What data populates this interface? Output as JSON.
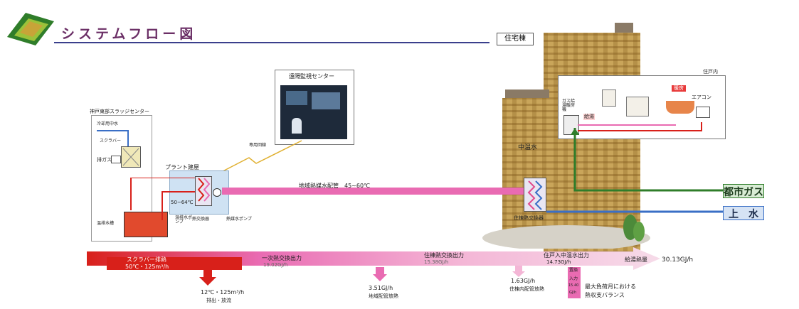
{
  "header": {
    "title": "システムフロー図"
  },
  "housing": {
    "tag": "住宅棟",
    "dwelling_label": "住戸内",
    "mid_temp_water": "中温水",
    "gas_water_heater": "ガス給湯暖房機",
    "hot_water_supply": "給湯",
    "floor_heating": "暖房",
    "air_conditioner": "エアコン",
    "building_hx": "住棟熱交換器"
  },
  "utilities": {
    "city_gas": "都市ガス",
    "water": "上　水"
  },
  "monitoring": {
    "label": "遠隔監視センター",
    "line": "専用回線"
  },
  "sludge_center": {
    "name": "神戸東部スラッジセンター",
    "cooling_water": "冷却用中水",
    "scrubber": "スクラバー",
    "exhaust_gas": "排ガス",
    "hot_tank": "温排水槽",
    "pump": "温排水ポンプ"
  },
  "plant": {
    "building": "プラント建屋",
    "temp": "50~64℃",
    "hx": "熱交換器",
    "pump": "熱媒水ポンプ"
  },
  "piping": {
    "label": "地域熱媒水配管　45~60℃"
  },
  "energy_flow": {
    "scrubber_heat": "スクラバー排熱",
    "scrubber_spec": "50℃・125m³/h",
    "primary_output": "一次熱交換出力",
    "primary_value": "19.02GJ/h",
    "building_output": "住棟熱交換出力",
    "building_value": "15.38GJ/h",
    "dwelling_output": "住戸入中温水出力",
    "dwelling_value": "14.73GJ/h",
    "energy_supply": "給湯熱量",
    "final_value": "30.13GJ/h",
    "discharge_value": "12℃・125m³/h",
    "discharge_label": "排出・放流",
    "district_loss_value": "3.51GJ/h",
    "district_loss_label": "地域配管放熱",
    "building_loss_value": "1.63GJ/h",
    "building_loss_label": "住棟内配管放熱",
    "gas_input_1": "置換",
    "gas_input_2": "入力",
    "gas_input_3": "15.40",
    "gas_input_4": "GJ/h",
    "note_1": "最大負荷月における",
    "note_2": "熱収支バランス"
  },
  "colors": {
    "red": "#d8201a",
    "pink": "#e96bb2",
    "light_pink": "#f4b6d6",
    "green": "#2f7d2a",
    "blue": "#3a6fc6",
    "title": "#6b2f66"
  }
}
